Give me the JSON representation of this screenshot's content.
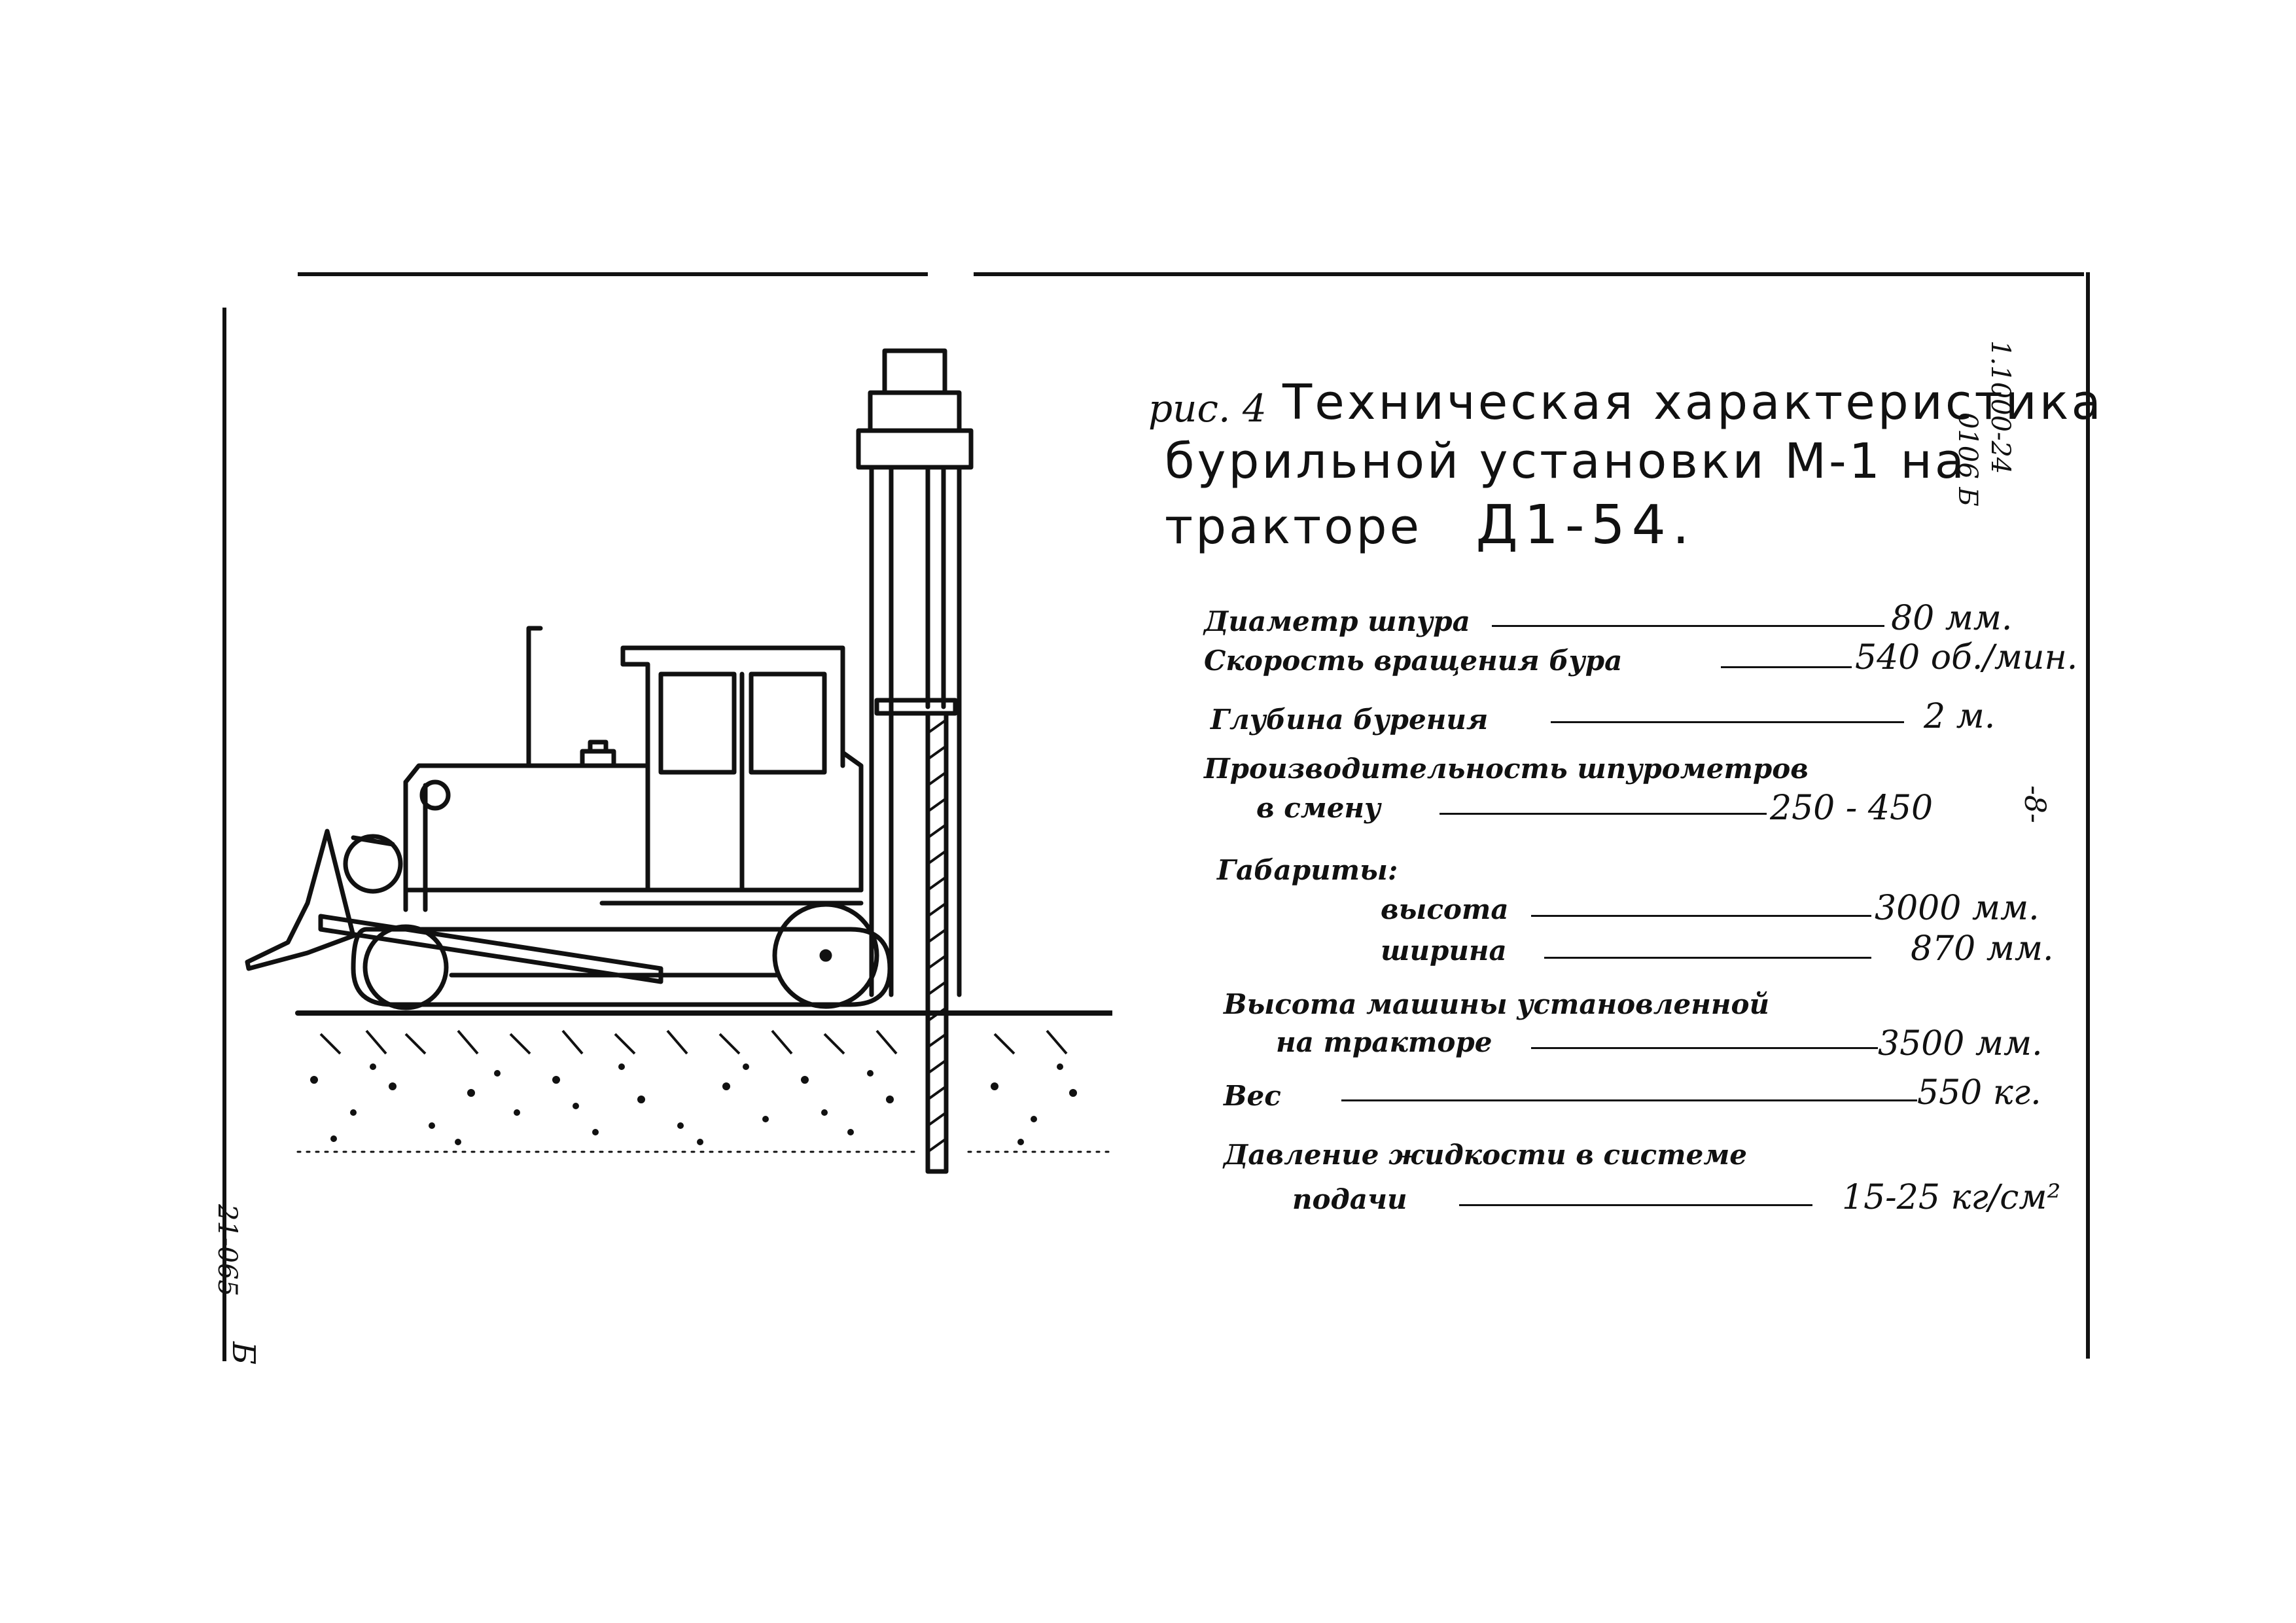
{
  "title": {
    "prefix": "рис. 4",
    "line1": "Техническая характеристика",
    "line2": "бурильной установки  М-1  на",
    "line3": "тракторе",
    "model": "Д1-54."
  },
  "side_notes": {
    "right_code": "1.1000-24",
    "right_sub": "0106 Б",
    "page_number": "-8-",
    "left_code": "21-065",
    "left_letter": "Б"
  },
  "specs": [
    {
      "label": "Диаметр шпура",
      "value": "80 мм."
    },
    {
      "label": "Скорость вращения бура",
      "value": "540 об./мин."
    },
    {
      "label": "Глубина бурения",
      "value": "2 м."
    },
    {
      "label": "Производительность шпурометров",
      "value": ""
    },
    {
      "label": "в смену",
      "value": "250 - 450"
    },
    {
      "label": "Габариты:",
      "value": ""
    },
    {
      "label": "высота",
      "value": "3000 мм."
    },
    {
      "label": "ширина",
      "value": "870 мм."
    },
    {
      "label": "Высота машины установленной",
      "value": ""
    },
    {
      "label": "на тракторе",
      "value": "3500 мм."
    },
    {
      "label": "Вес",
      "value": "550 кг."
    },
    {
      "label": "Давление жидкости в системе",
      "value": ""
    },
    {
      "label": "подачи",
      "value": "15-25 кг/см²"
    }
  ],
  "icons": [
    "tractor-drill-illustration",
    "ground-soil-hatch"
  ]
}
